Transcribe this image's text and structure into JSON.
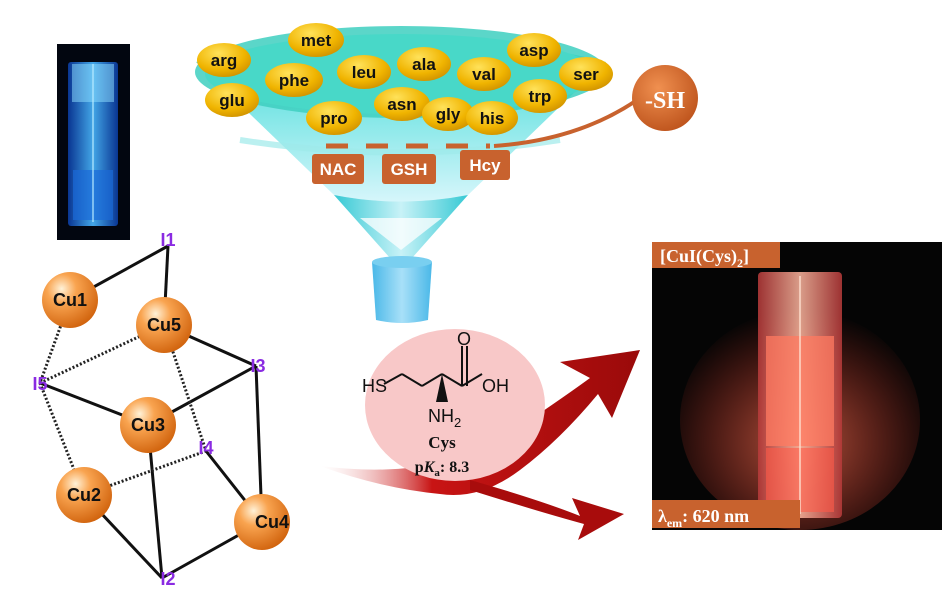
{
  "amino_acids": [
    {
      "label": "arg"
    },
    {
      "label": "met"
    },
    {
      "label": "asp"
    },
    {
      "label": "ala"
    },
    {
      "label": "phe"
    },
    {
      "label": "leu"
    },
    {
      "label": "val"
    },
    {
      "label": "ser"
    },
    {
      "label": "glu"
    },
    {
      "label": "trp"
    },
    {
      "label": "asn"
    },
    {
      "label": "gly"
    },
    {
      "label": "his"
    },
    {
      "label": "pro"
    }
  ],
  "thiols": [
    {
      "label": "NAC"
    },
    {
      "label": "GSH"
    },
    {
      "label": "Hcy"
    }
  ],
  "sh_group": "-SH",
  "molecule": {
    "name": "Cys",
    "pka_label_p": "p",
    "pka_label_K": "K",
    "pka_label_sub": "a",
    "pka_value": ": 8.3",
    "atom_O": "O",
    "atom_OH": "OH",
    "atom_HS": "HS",
    "atom_NH": "NH",
    "atom_NH_sub": "2"
  },
  "cluster": {
    "atoms": [
      {
        "label": "Cu1"
      },
      {
        "label": "Cu5"
      },
      {
        "label": "Cu3"
      },
      {
        "label": "Cu2"
      },
      {
        "label": "Cu4"
      },
      {
        "label": "I1"
      },
      {
        "label": "I3"
      },
      {
        "label": "I5"
      },
      {
        "label": "I4"
      },
      {
        "label": "I2"
      }
    ]
  },
  "photo_right": {
    "title_main": "[CuI(Cys)",
    "title_sub": "2",
    "title_end": "]",
    "emission_lambda": "λ",
    "emission_sub": "em",
    "emission_value": ": 620 nm"
  },
  "colors": {
    "sphere_orange": "#f08a2c",
    "bead_yellow": "#f0b800",
    "funnel_teal": "#4fd8c8",
    "thiol_box": "#c8622e",
    "arrow_red": "#c01010",
    "iodide_purple": "#8a2be2",
    "pink_circle": "#f8c8c8"
  }
}
